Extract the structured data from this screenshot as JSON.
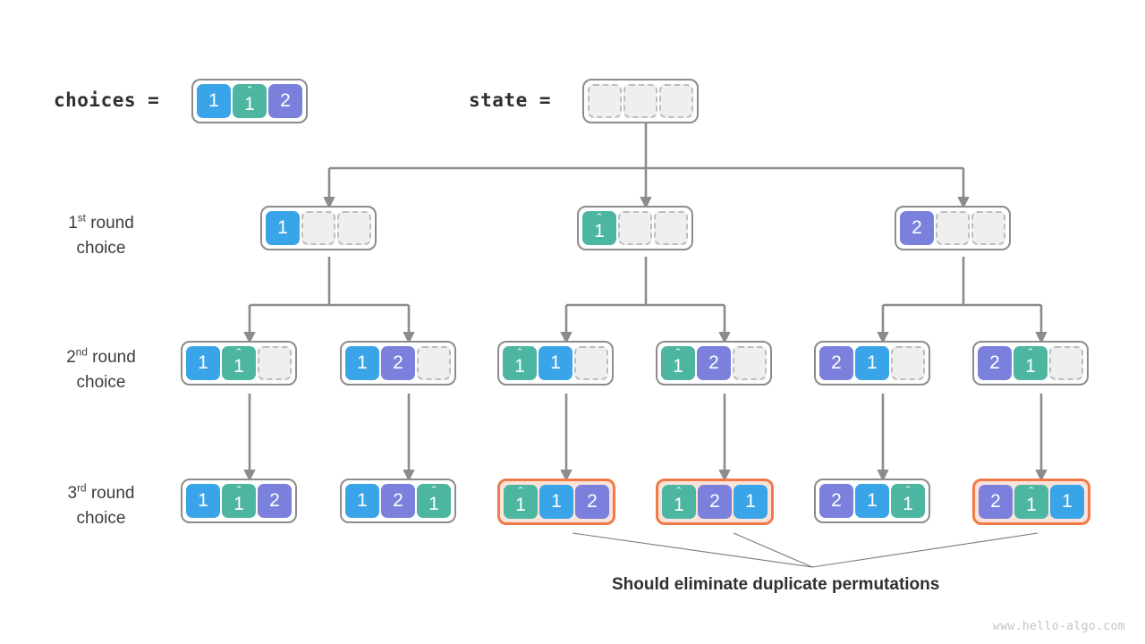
{
  "title": "Permutation backtracking tree with duplicate elements",
  "watermark": "www.hello-algo.com",
  "colors": {
    "blue": "#3aa4e8",
    "teal": "#4cb6a0",
    "purple": "#7b80dd",
    "empty_fill": "#efefef",
    "empty_border": "#bdbdbd",
    "node_border": "#8c8c8c",
    "highlight_border": "#f07a48",
    "highlight_fill": "#fbe3da",
    "edge": "#8c8c8c",
    "leader_line": "#7a7a7a",
    "text": "#3a3a3a",
    "watermark": "#c3c3c3"
  },
  "header": {
    "choices_label": "choices =",
    "choices_values": [
      "1",
      "1̂",
      "2"
    ],
    "state_label": "state =",
    "state_values": [
      "",
      "",
      ""
    ]
  },
  "round_labels": [
    {
      "ordinal": "1",
      "suffix": "st",
      "word": " round",
      "line2": "choice"
    },
    {
      "ordinal": "2",
      "suffix": "nd",
      "word": " round",
      "line2": "choice"
    },
    {
      "ordinal": "3",
      "suffix": "rd",
      "word": " round",
      "line2": "choice"
    }
  ],
  "caption": "Should eliminate duplicate permutations",
  "levels": [
    {
      "name": "first-round",
      "nodes": [
        {
          "cells": [
            "1",
            "",
            ""
          ],
          "highlight": false
        },
        {
          "cells": [
            "1̂",
            "",
            ""
          ],
          "highlight": false
        },
        {
          "cells": [
            "2",
            "",
            ""
          ],
          "highlight": false
        }
      ]
    },
    {
      "name": "second-round",
      "nodes": [
        {
          "cells": [
            "1",
            "1̂",
            ""
          ],
          "highlight": false
        },
        {
          "cells": [
            "1",
            "2",
            ""
          ],
          "highlight": false
        },
        {
          "cells": [
            "1̂",
            "1",
            ""
          ],
          "highlight": false
        },
        {
          "cells": [
            "1̂",
            "2",
            ""
          ],
          "highlight": false
        },
        {
          "cells": [
            "2",
            "1",
            ""
          ],
          "highlight": false
        },
        {
          "cells": [
            "2",
            "1̂",
            ""
          ],
          "highlight": false
        }
      ]
    },
    {
      "name": "third-round",
      "nodes": [
        {
          "cells": [
            "1",
            "1̂",
            "2"
          ],
          "highlight": false
        },
        {
          "cells": [
            "1",
            "2",
            "1̂"
          ],
          "highlight": false
        },
        {
          "cells": [
            "1̂",
            "1",
            "2"
          ],
          "highlight": true
        },
        {
          "cells": [
            "1̂",
            "2",
            "1"
          ],
          "highlight": true
        },
        {
          "cells": [
            "2",
            "1",
            "1̂"
          ],
          "highlight": false
        },
        {
          "cells": [
            "2",
            "1̂",
            "1"
          ],
          "highlight": true
        }
      ]
    }
  ]
}
